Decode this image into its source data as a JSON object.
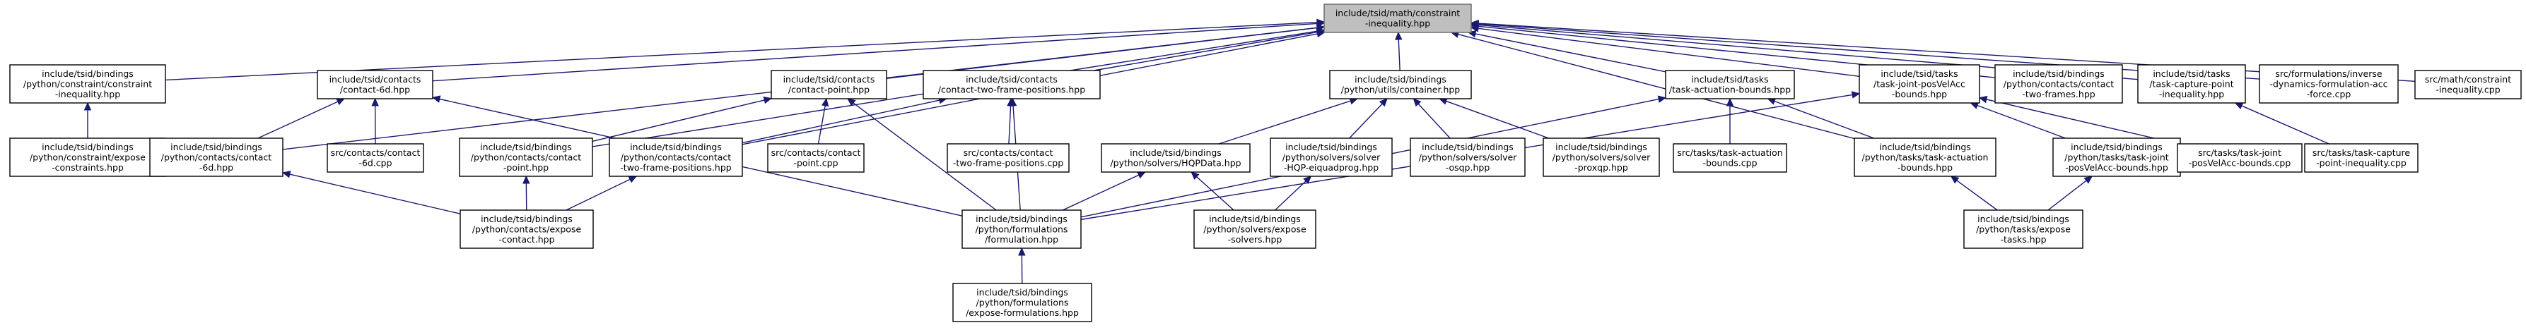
{
  "graph": {
    "edge_color": "#191970",
    "root_fill": "#bfbfbf",
    "node_fill": "#ffffff",
    "nodes": [
      {
        "id": "n0",
        "lines": [
          "include/tsid/math/constraint",
          "-inequality.hpp"
        ],
        "root": true
      },
      {
        "id": "n1",
        "lines": [
          "include/tsid/bindings",
          "/python/constraint/constraint",
          "-inequality.hpp"
        ]
      },
      {
        "id": "n2",
        "lines": [
          "include/tsid/bindings",
          "/python/constraint/expose",
          "-constraints.hpp"
        ]
      },
      {
        "id": "n3",
        "lines": [
          "include/tsid/contacts",
          "/contact-6d.hpp"
        ]
      },
      {
        "id": "n4",
        "lines": [
          "include/tsid/bindings",
          "/python/contacts/contact",
          "-6d.hpp"
        ]
      },
      {
        "id": "n5",
        "lines": [
          "src/contacts/contact",
          "-6d.cpp"
        ]
      },
      {
        "id": "n6",
        "lines": [
          "include/tsid/bindings",
          "/python/contacts/expose",
          "-contact.hpp"
        ]
      },
      {
        "id": "n7",
        "lines": [
          "include/tsid/contacts",
          "/contact-point.hpp"
        ]
      },
      {
        "id": "n8",
        "lines": [
          "include/tsid/bindings",
          "/python/contacts/contact",
          "-point.hpp"
        ]
      },
      {
        "id": "n9",
        "lines": [
          "src/contacts/contact",
          "-point.cpp"
        ]
      },
      {
        "id": "n10",
        "lines": [
          "include/tsid/contacts",
          "/contact-two-frame-positions.hpp"
        ]
      },
      {
        "id": "n11",
        "lines": [
          "include/tsid/bindings",
          "/python/contacts/contact",
          "-two-frame-positions.hpp"
        ]
      },
      {
        "id": "n12",
        "lines": [
          "src/contacts/contact",
          "-two-frame-positions.cpp"
        ]
      },
      {
        "id": "n13",
        "lines": [
          "include/tsid/bindings",
          "/python/formulations",
          "/formulation.hpp"
        ]
      },
      {
        "id": "n14",
        "lines": [
          "include/tsid/bindings",
          "/python/formulations",
          "/expose-formulations.hpp"
        ]
      },
      {
        "id": "n15",
        "lines": [
          "include/tsid/bindings",
          "/python/utils/container.hpp"
        ]
      },
      {
        "id": "n16",
        "lines": [
          "include/tsid/bindings",
          "/python/solvers/HQPData.hpp"
        ]
      },
      {
        "id": "n17",
        "lines": [
          "include/tsid/bindings",
          "/python/solvers/solver",
          "-HQP-eiquadprog.hpp"
        ]
      },
      {
        "id": "n18",
        "lines": [
          "include/tsid/bindings",
          "/python/solvers/solver",
          "-osqp.hpp"
        ]
      },
      {
        "id": "n19",
        "lines": [
          "include/tsid/bindings",
          "/python/solvers/solver",
          "-proxqp.hpp"
        ]
      },
      {
        "id": "n20",
        "lines": [
          "include/tsid/bindings",
          "/python/solvers/expose",
          "-solvers.hpp"
        ]
      },
      {
        "id": "n21",
        "lines": [
          "include/tsid/tasks",
          "/task-actuation-bounds.hpp"
        ]
      },
      {
        "id": "n22",
        "lines": [
          "src/tasks/task-actuation",
          "-bounds.cpp"
        ]
      },
      {
        "id": "n23",
        "lines": [
          "include/tsid/bindings",
          "/python/tasks/task-actuation",
          "-bounds.hpp"
        ]
      },
      {
        "id": "n24",
        "lines": [
          "include/tsid/bindings",
          "/python/tasks/expose",
          "-tasks.hpp"
        ]
      },
      {
        "id": "n25",
        "lines": [
          "include/tsid/tasks",
          "/task-joint-posVelAcc",
          "-bounds.hpp"
        ]
      },
      {
        "id": "n26",
        "lines": [
          "include/tsid/bindings",
          "/python/tasks/task-joint",
          "-posVelAcc-bounds.hpp"
        ]
      },
      {
        "id": "n27",
        "lines": [
          "src/tasks/task-joint",
          "-posVelAcc-bounds.cpp"
        ]
      },
      {
        "id": "n28",
        "lines": [
          "include/tsid/bindings",
          "/python/contacts/contact",
          "-two-frames.hpp"
        ]
      },
      {
        "id": "n29",
        "lines": [
          "include/tsid/tasks",
          "/task-capture-point",
          "-inequality.hpp"
        ]
      },
      {
        "id": "n30",
        "lines": [
          "src/tasks/task-capture",
          "-point-inequality.cpp"
        ]
      },
      {
        "id": "n31",
        "lines": [
          "src/formulations/inverse",
          "-dynamics-formulation-acc",
          "-force.cpp"
        ]
      },
      {
        "id": "n32",
        "lines": [
          "src/math/constraint",
          "-inequality.cpp"
        ]
      }
    ],
    "edges": [
      [
        "n1",
        "n0"
      ],
      [
        "n3",
        "n0"
      ],
      [
        "n4",
        "n0"
      ],
      [
        "n7",
        "n0"
      ],
      [
        "n8",
        "n0"
      ],
      [
        "n10",
        "n0"
      ],
      [
        "n11",
        "n0"
      ],
      [
        "n15",
        "n0"
      ],
      [
        "n21",
        "n0"
      ],
      [
        "n23",
        "n0"
      ],
      [
        "n25",
        "n0"
      ],
      [
        "n28",
        "n0"
      ],
      [
        "n29",
        "n0"
      ],
      [
        "n31",
        "n0"
      ],
      [
        "n32",
        "n0"
      ],
      [
        "n2",
        "n1"
      ],
      [
        "n4",
        "n3"
      ],
      [
        "n5",
        "n3"
      ],
      [
        "n13",
        "n3"
      ],
      [
        "n6",
        "n4"
      ],
      [
        "n8",
        "n7"
      ],
      [
        "n9",
        "n7"
      ],
      [
        "n13",
        "n7"
      ],
      [
        "n6",
        "n8"
      ],
      [
        "n11",
        "n10"
      ],
      [
        "n12",
        "n10"
      ],
      [
        "n13",
        "n10"
      ],
      [
        "n6",
        "n11"
      ],
      [
        "n14",
        "n13"
      ],
      [
        "n16",
        "n15"
      ],
      [
        "n17",
        "n15"
      ],
      [
        "n18",
        "n15"
      ],
      [
        "n19",
        "n15"
      ],
      [
        "n13",
        "n16"
      ],
      [
        "n20",
        "n16"
      ],
      [
        "n20",
        "n17"
      ],
      [
        "n22",
        "n21"
      ],
      [
        "n23",
        "n21"
      ],
      [
        "n13",
        "n21"
      ],
      [
        "n24",
        "n23"
      ],
      [
        "n26",
        "n25"
      ],
      [
        "n27",
        "n25"
      ],
      [
        "n13",
        "n25"
      ],
      [
        "n24",
        "n26"
      ],
      [
        "n30",
        "n29"
      ]
    ]
  }
}
